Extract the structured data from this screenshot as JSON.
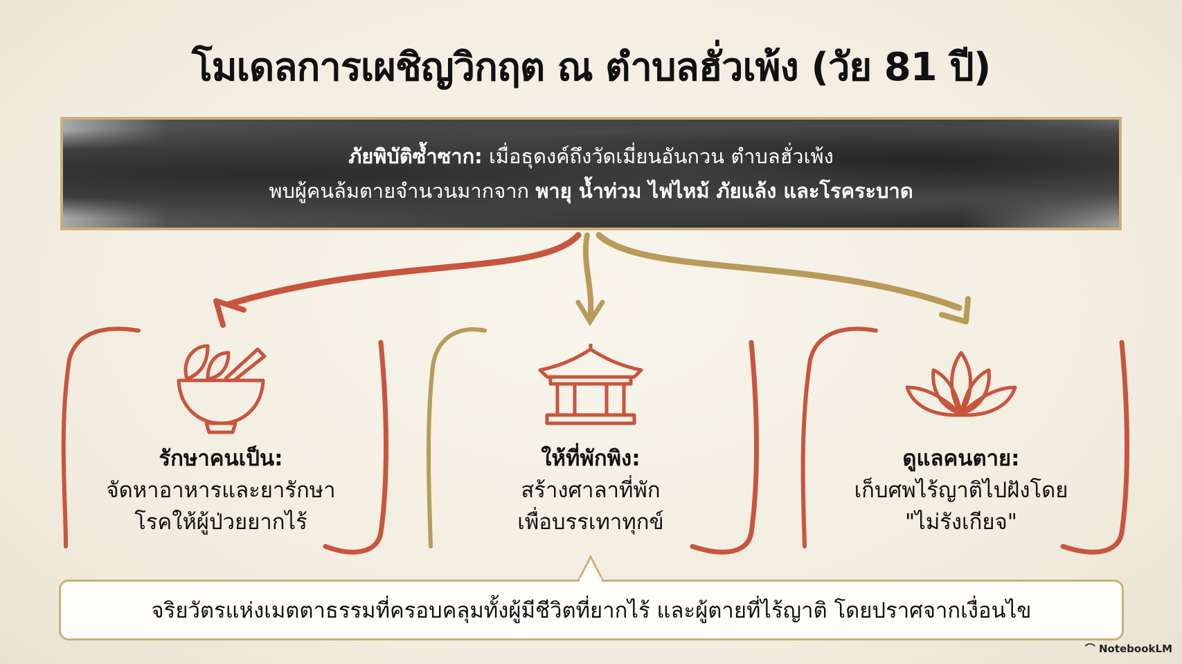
{
  "title": "โมเดลการเผชิญวิกฤต ณ ตำบลฮั่วเพ้ง (วัย 81 ปี)",
  "banner": {
    "label": "ภัยพิบัติซ้ำซาก:",
    "line1_rest": " เมื่อธุดงค์ถึงวัดเมี่ยนอันกวน ตำบลฮั่วเพ้ง",
    "line2_start": "พบผู้คนล้มตายจำนวนมากจาก ",
    "line2_bold": "พายุ น้ำท่วม ไฟไหม้ ภัยแล้ง และโรคระบาด"
  },
  "columns": [
    {
      "icon": "mortar-pestle-icon",
      "heading": "รักษาคนเป็น:",
      "line1": "จัดหาอาหารและยารักษา",
      "line2": "โรคให้ผู้ป่วยยากไร้"
    },
    {
      "icon": "pavilion-icon",
      "heading": "ให้ที่พักพิง:",
      "line1": "สร้างศาลาที่พัก",
      "line2": "เพื่อบรรเทาทุกข์"
    },
    {
      "icon": "lotus-icon",
      "heading": "ดูแลคนตาย:",
      "line1": "เก็บศพไร้ญาติไปฝังโดย",
      "line2": "\"ไม่รังเกียจ\""
    }
  ],
  "summary": "จริยวัตรแห่งเมตตาธรรมที่ครอบคลุมทั้งผู้มีชีวิตที่ยากไร้ และผู้ตายที่ไร้ญาติ โดยปราศจากเงื่อนไข",
  "brand": "NotebookLM",
  "colors": {
    "terracotta": "#c8553d",
    "gold": "#b89a5a",
    "frame": "#c9b07a"
  }
}
